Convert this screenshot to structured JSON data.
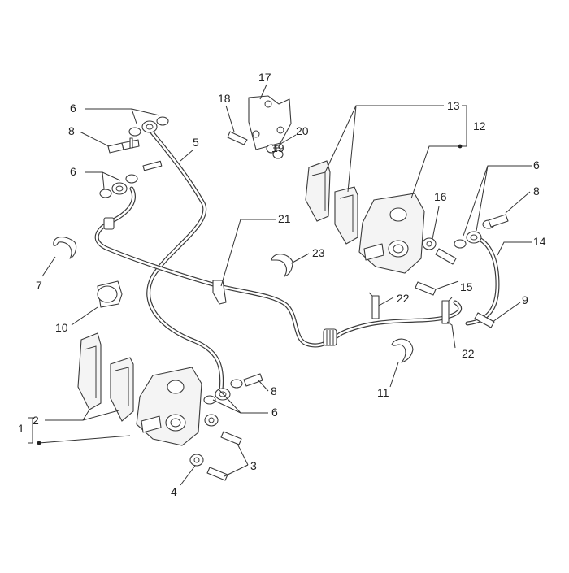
{
  "callouts": {
    "c1": "1",
    "c2": "2",
    "c3": "3",
    "c4": "4",
    "c5": "5",
    "c6a": "6",
    "c6b": "6",
    "c6c": "6",
    "c6d": "6",
    "c7": "7",
    "c8a": "8",
    "c8b": "8",
    "c8c": "8",
    "c9": "9",
    "c10": "10",
    "c11": "11",
    "c12": "12",
    "c13": "13",
    "c14": "14",
    "c15": "15",
    "c16": "16",
    "c17": "17",
    "c18": "18",
    "c19": "19",
    "c20": "20",
    "c21": "21",
    "c22a": "22",
    "c22b": "22",
    "c23": "23"
  },
  "colors": {
    "line": "#333333",
    "text": "#222222",
    "background": "#ffffff"
  }
}
